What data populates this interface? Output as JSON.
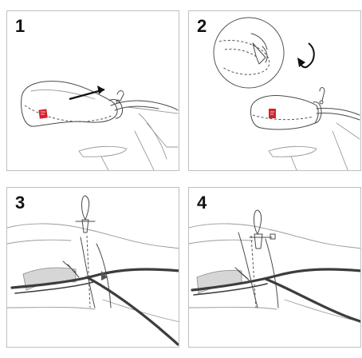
{
  "steps": [
    {
      "number": "1"
    },
    {
      "number": "2"
    },
    {
      "number": "3"
    },
    {
      "number": "4"
    }
  ],
  "colors": {
    "brand_tag": "#d2232a",
    "cable": "#3d3d3d",
    "outline": "#4a4a4a",
    "panel_border": "#bfbfbf"
  },
  "icons": [
    "direction-arrow-icon",
    "rotate-arrow-icon",
    "brand-tag-icon",
    "zoom-detail-circle-icon"
  ]
}
